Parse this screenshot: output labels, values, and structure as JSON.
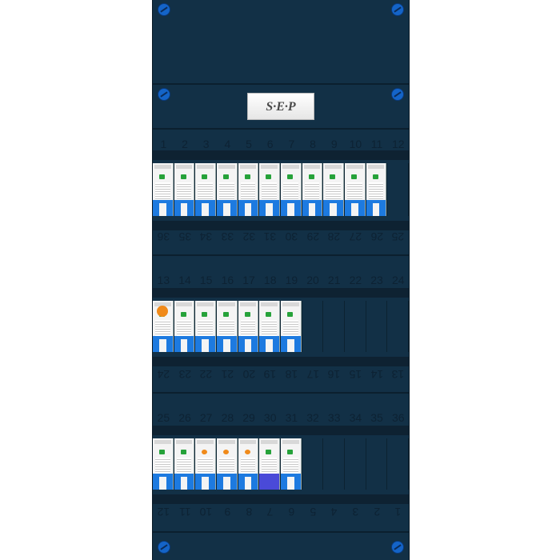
{
  "panel": {
    "brand": "S·E·P",
    "colors": {
      "enclosure": "#123046",
      "screw": "#1464c8",
      "breaker_blue": "#1d7ae0",
      "rcd_purple": "#4a4ad8",
      "led_green": "#26a23a",
      "led_orange": "#f08a1a"
    }
  },
  "row1": {
    "top_labels": [
      "1",
      "2",
      "3",
      "4",
      "5",
      "6",
      "7",
      "8",
      "9",
      "10",
      "11",
      "12"
    ],
    "bottom_labels": [
      "36",
      "35",
      "34",
      "33",
      "32",
      "31",
      "30",
      "29",
      "28",
      "27",
      "26",
      "25"
    ],
    "devices": [
      "breaker",
      "breaker",
      "breaker",
      "breaker",
      "breaker",
      "breaker",
      "breaker",
      "breaker",
      "breaker",
      "breaker",
      "breaker",
      "empty"
    ]
  },
  "row2": {
    "top_labels": [
      "13",
      "14",
      "15",
      "16",
      "17",
      "18",
      "19",
      "20",
      "21",
      "22",
      "23",
      "24"
    ],
    "bottom_labels": [
      "24",
      "23",
      "22",
      "21",
      "20",
      "19",
      "18",
      "17",
      "16",
      "15",
      "14",
      "13"
    ],
    "devices": [
      "rcd-combo",
      "rcd-combo",
      "breaker",
      "breaker",
      "breaker",
      "breaker",
      "breaker",
      "empty",
      "empty",
      "empty",
      "empty",
      "empty"
    ]
  },
  "row3": {
    "top_labels": [
      "25",
      "26",
      "27",
      "28",
      "29",
      "30",
      "31",
      "32",
      "33",
      "34",
      "35",
      "36"
    ],
    "bottom_labels": [
      "12",
      "11",
      "10",
      "9",
      "8",
      "7",
      "6",
      "5",
      "4",
      "3",
      "2",
      "1"
    ],
    "devices": [
      "rcd",
      "rcd",
      "breaker-orange",
      "breaker-orange",
      "breaker-orange",
      "breaker-purple",
      "rcd",
      "empty",
      "empty",
      "empty",
      "empty",
      "empty"
    ]
  }
}
